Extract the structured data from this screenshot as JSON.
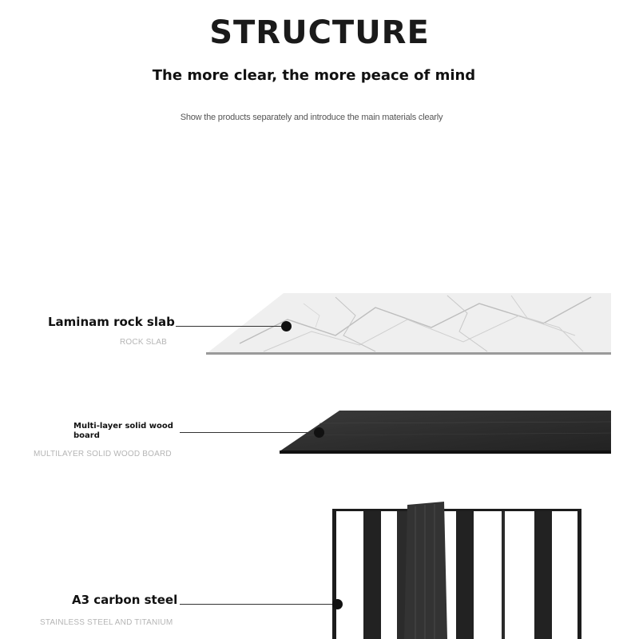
{
  "header": {
    "title": "STRUCTURE",
    "subtitle": "The more clear, the more peace of mind",
    "description": "Show the products separately and introduce the main materials clearly"
  },
  "layers": [
    {
      "name": "Laminam rock slab",
      "sub": "ROCK SLAB"
    },
    {
      "name": "Multi-layer solid wood board",
      "sub": "MULTILAYER SOLID WOOD BOARD"
    },
    {
      "name": "A3 carbon steel",
      "sub": "STAINLESS STEEL AND TITANIUM"
    }
  ],
  "colors": {
    "marble": "#f2f2f2",
    "marble_vein": "#b9b9b9",
    "wood": "#2e2e2e",
    "steel": "#1e1e1e"
  }
}
